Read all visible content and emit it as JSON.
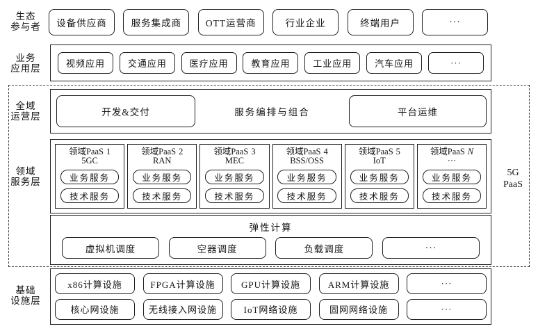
{
  "diagram": {
    "eco": {
      "label": [
        "生态",
        "参与者"
      ],
      "items": [
        "设备供应商",
        "服务集成商",
        "OTT运营商",
        "行业企业",
        "终端用户",
        "···"
      ]
    },
    "app": {
      "label": [
        "业务",
        "应用层"
      ],
      "items": [
        "视频应用",
        "交通应用",
        "医疗应用",
        "教育应用",
        "工业应用",
        "汽车应用",
        "···"
      ]
    },
    "ops": {
      "label": [
        "全域",
        "运营层"
      ],
      "dev": "开发&交付",
      "orchestration": "服务编排与组合",
      "om": "平台运维"
    },
    "domain": {
      "label": [
        "领域",
        "服务层"
      ],
      "cards": [
        {
          "prefix": "领域PaaS",
          "num": "1",
          "sub": "5GC",
          "biz": "业务服务",
          "tech": "技术服务"
        },
        {
          "prefix": "领域PaaS",
          "num": "2",
          "sub": "RAN",
          "biz": "业务服务",
          "tech": "技术服务"
        },
        {
          "prefix": "领域PaaS",
          "num": "3",
          "sub": "MEC",
          "biz": "业务服务",
          "tech": "技术服务"
        },
        {
          "prefix": "领域PaaS",
          "num": "4",
          "sub": "BSS/OSS",
          "biz": "业务服务",
          "tech": "技术服务"
        },
        {
          "prefix": "领域PaaS",
          "num": "5",
          "sub": "IoT",
          "biz": "业务服务",
          "tech": "技术服务"
        },
        {
          "prefix": "领域PaaS",
          "num": "N",
          "sub": "···",
          "biz": "业务服务",
          "tech": "技术服务"
        }
      ]
    },
    "elastic": {
      "title": "弹性计算",
      "items": [
        "虚拟机调度",
        "空器调度",
        "负载调度",
        "···"
      ]
    },
    "infra": {
      "label": [
        "基础",
        "设施层"
      ],
      "row1": [
        "x86计算设施",
        "FPGA计算设施",
        "GPU计算设施",
        "ARM计算设施",
        "···"
      ],
      "row2": [
        "核心网设施",
        "无线接入网设施",
        "IoT网络设施",
        "固网网络设施",
        "···"
      ]
    },
    "scope": [
      "5G",
      "PaaS"
    ],
    "colors": {
      "border": "#1f1f1f",
      "dashed_border": "#3c3c3c",
      "background": "#ffffff",
      "text": "#141414"
    }
  }
}
